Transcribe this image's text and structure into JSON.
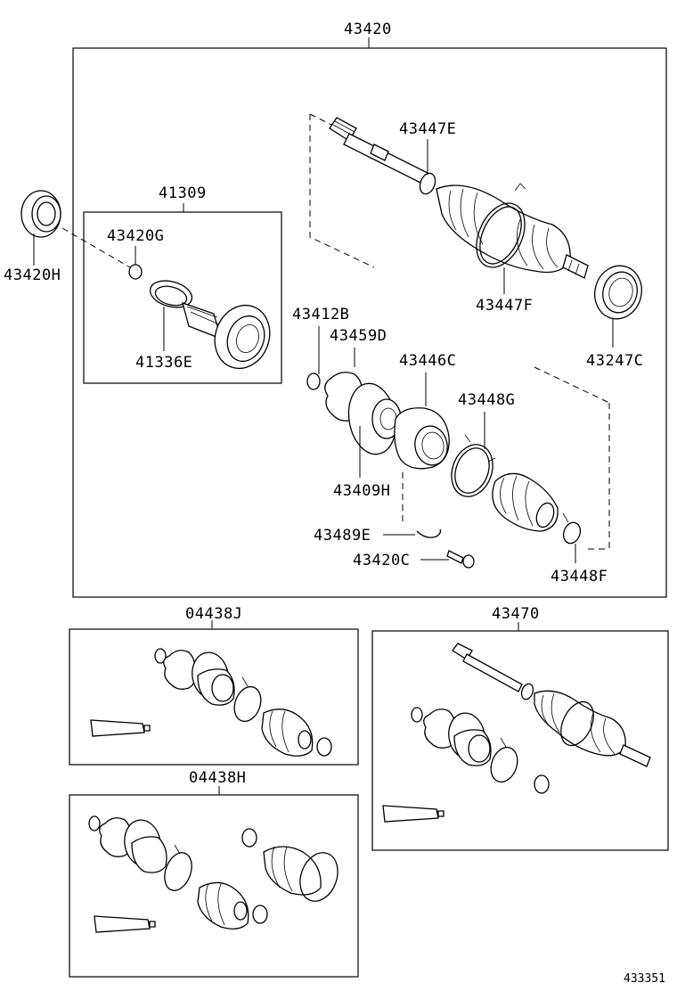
{
  "diagram": {
    "ref_number": "433351",
    "labels": {
      "p43420": "43420",
      "p41309": "41309",
      "p43420G": "43420G",
      "p43420H": "43420H",
      "p41336E": "41336E",
      "p43447E": "43447E",
      "p43447F": "43447F",
      "p43247C": "43247C",
      "p43412B": "43412B",
      "p43459D": "43459D",
      "p43446C": "43446C",
      "p43448G": "43448G",
      "p43409H": "43409H",
      "p43489E": "43489E",
      "p43420C": "43420C",
      "p43448F": "43448F",
      "p04438J": "04438J",
      "p43470": "43470",
      "p04438H": "04438H"
    }
  }
}
